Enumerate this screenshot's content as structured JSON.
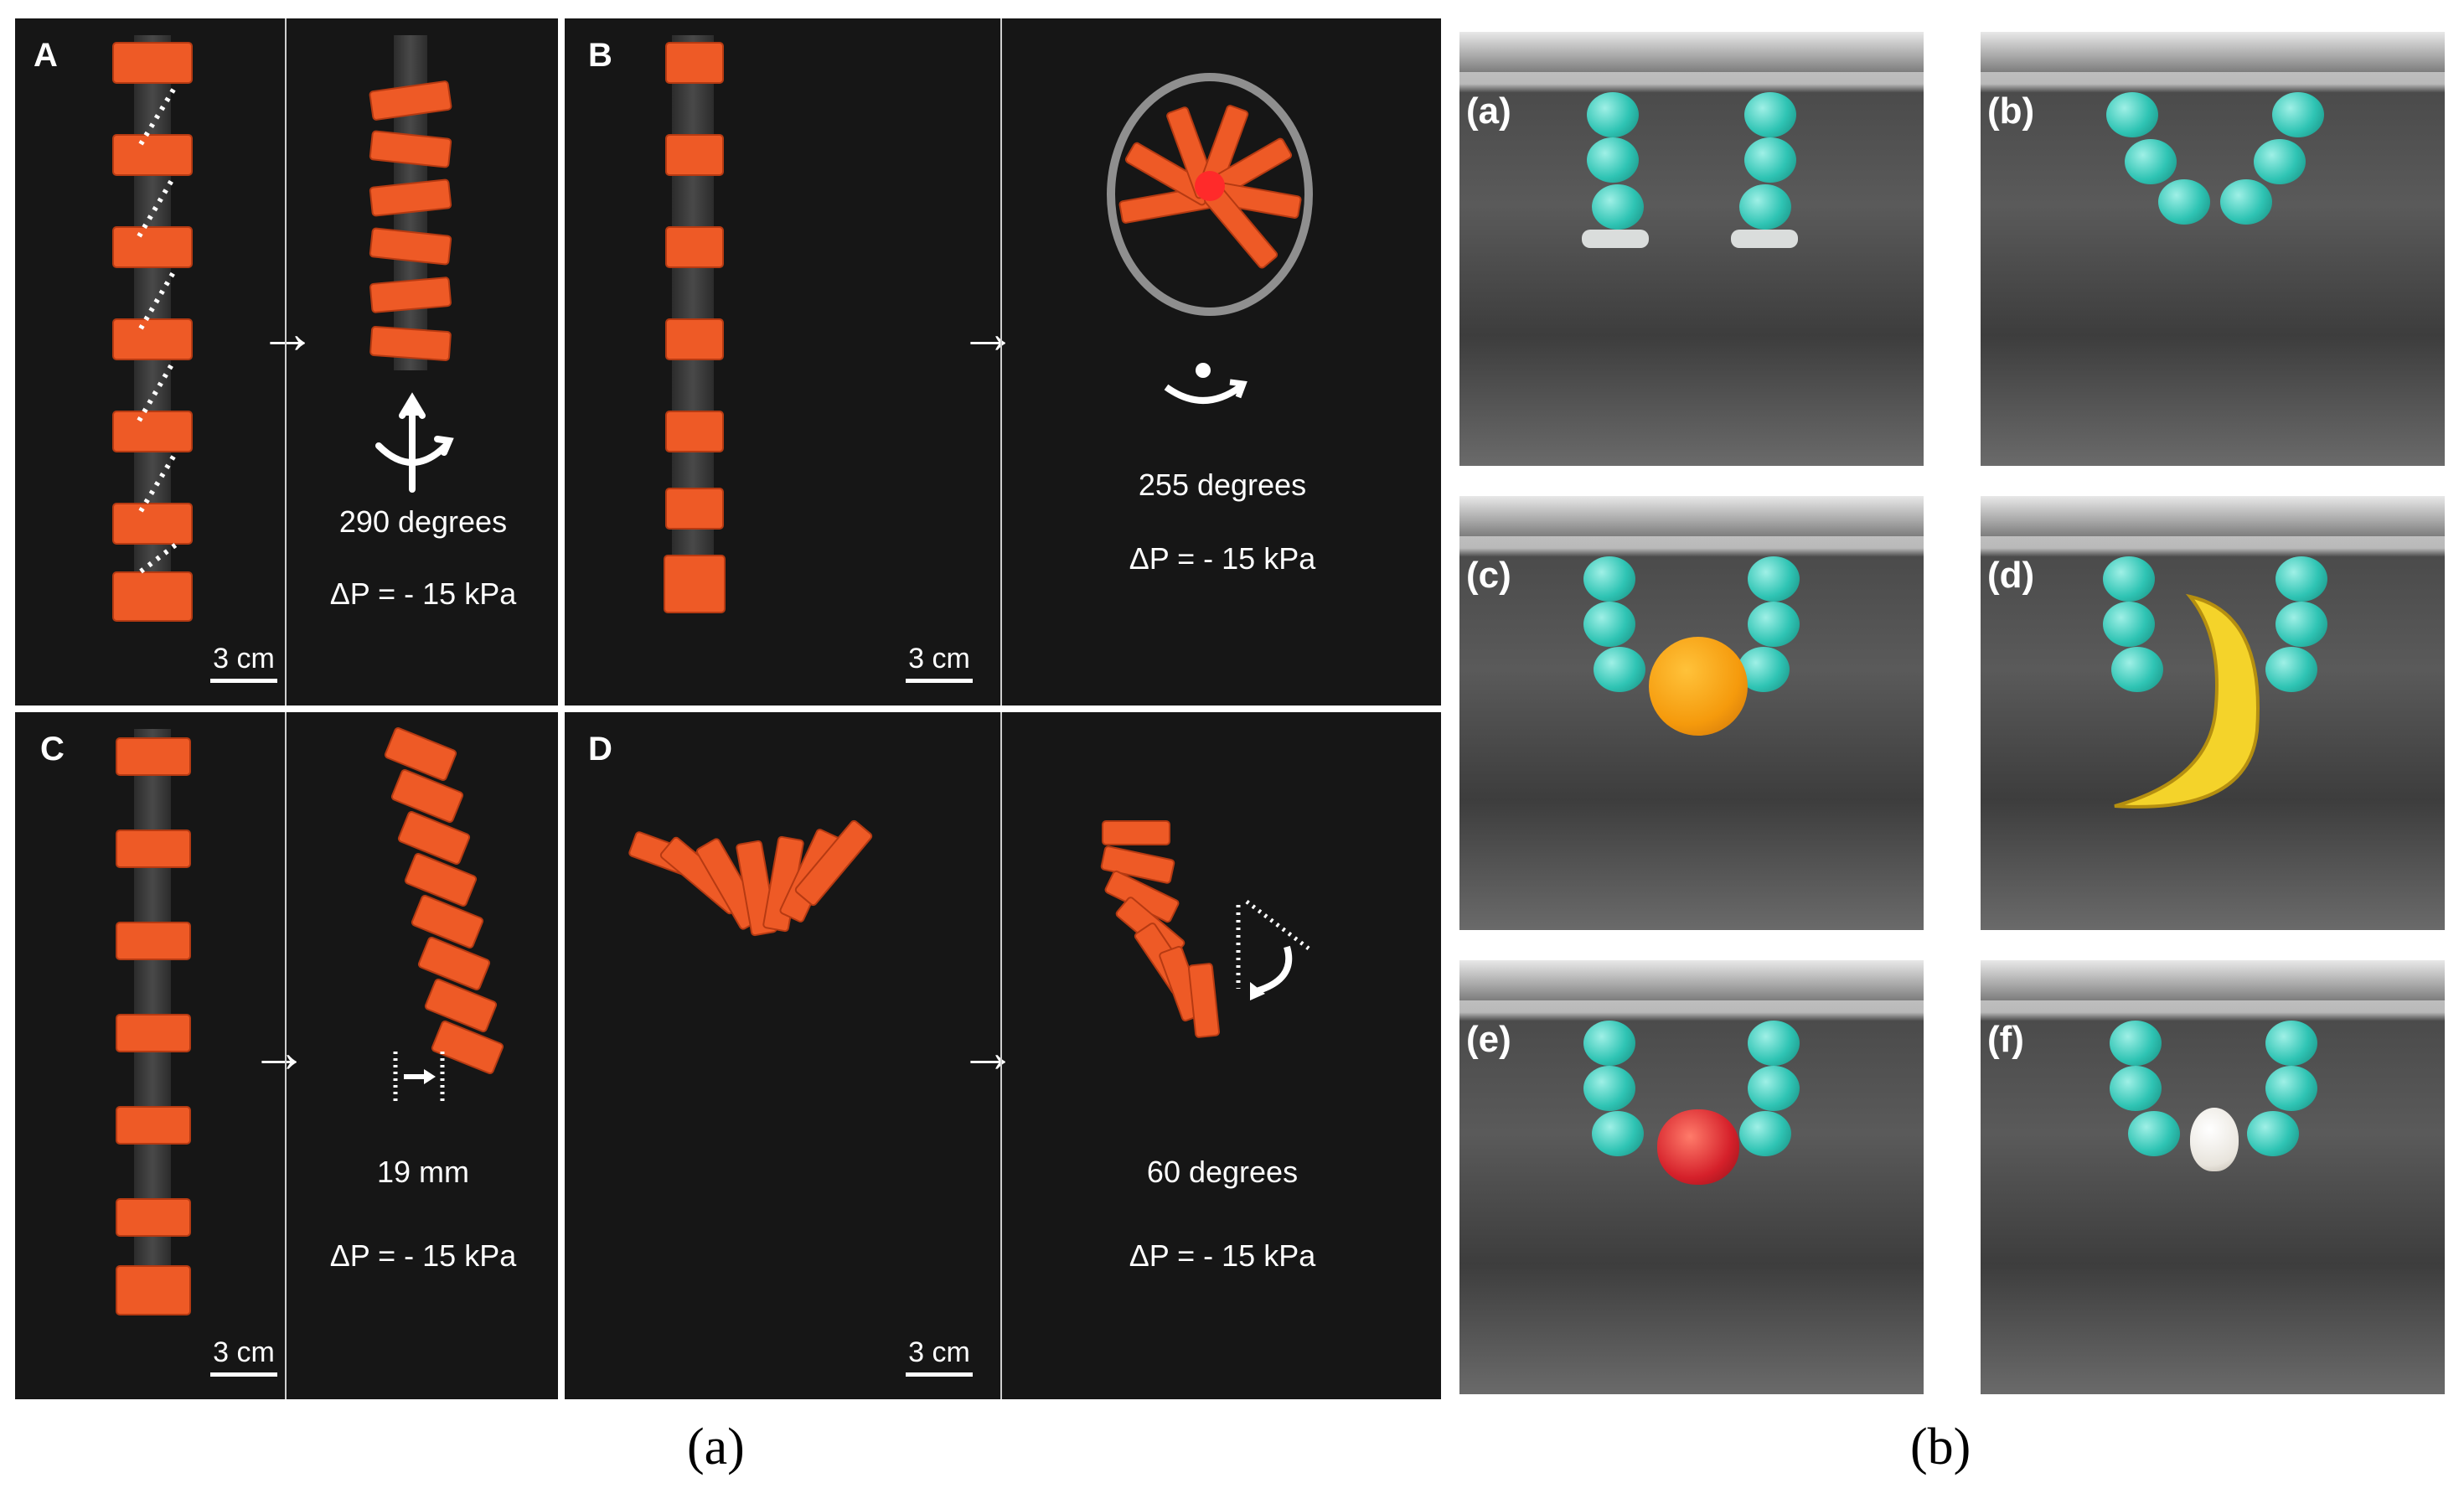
{
  "left_figure": {
    "caption": "(a)",
    "panels": [
      {
        "letter": "A",
        "annotation_1": "290 degrees",
        "annotation_2": "ΔP = - 15 kPa",
        "scale": "3 cm"
      },
      {
        "letter": "B",
        "annotation_1": "255 degrees",
        "annotation_2": "ΔP = - 15 kPa",
        "scale": "3 cm"
      },
      {
        "letter": "C",
        "annotation_1": "19 mm",
        "annotation_2": "ΔP = - 15 kPa",
        "scale": "3 cm"
      },
      {
        "letter": "D",
        "annotation_1": "60 degrees",
        "annotation_2": "ΔP = - 15 kPa",
        "scale": "3 cm"
      }
    ],
    "transition_arrow": "→"
  },
  "right_figure": {
    "caption": "(b)",
    "photos": [
      "(a)",
      "(b)",
      "(c)",
      "(d)",
      "(e)",
      "(f)"
    ]
  },
  "colors": {
    "actuator_orange": "#ee5a26",
    "gripper_teal": "#2fc4b4",
    "panel_background": "#161616"
  }
}
